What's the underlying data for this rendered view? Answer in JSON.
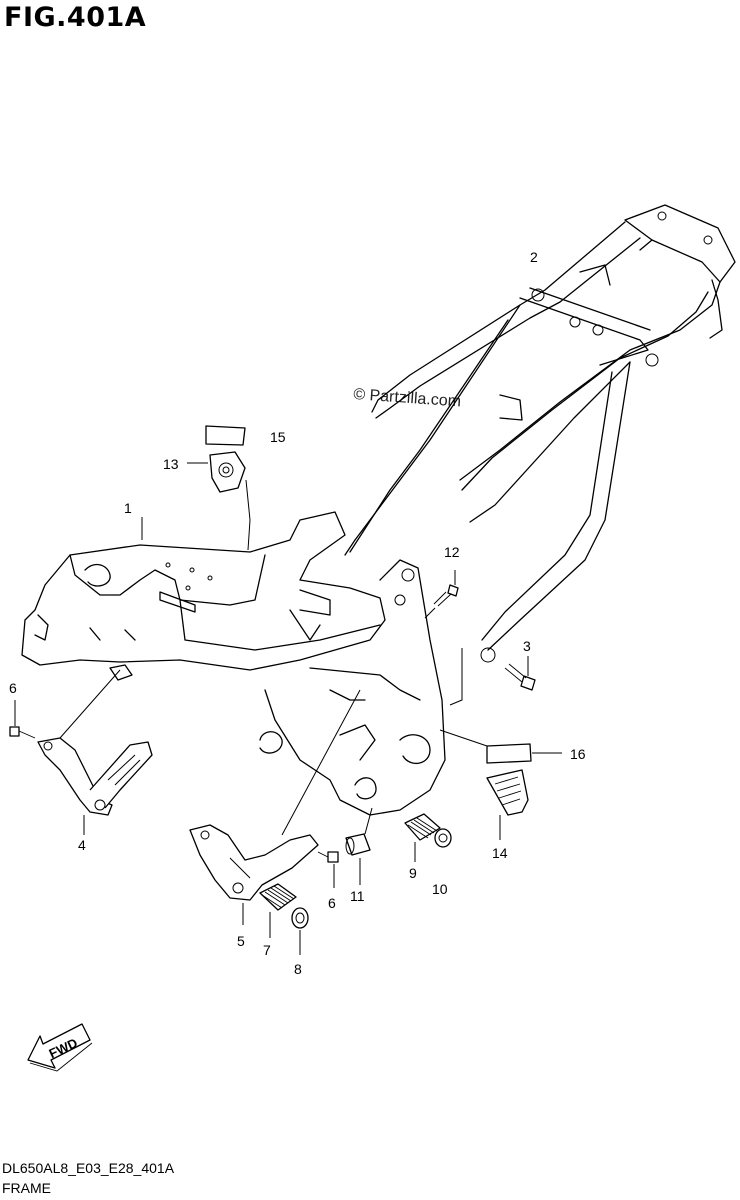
{
  "figure": {
    "title": "FIG.401A",
    "watermark": "© Partzilla.com",
    "drawing_code": "DL650AL8_E03_E28_401A",
    "drawing_name": "FRAME",
    "fwd_label": "FWD"
  },
  "callouts": {
    "p1": "1",
    "p2": "2",
    "p3": "3",
    "p4": "4",
    "p5": "5",
    "p6a": "6",
    "p6b": "6",
    "p7": "7",
    "p8": "8",
    "p9": "9",
    "p10": "10",
    "p11": "11",
    "p12": "12",
    "p13": "13",
    "p14": "14",
    "p15": "15",
    "p16": "16"
  }
}
